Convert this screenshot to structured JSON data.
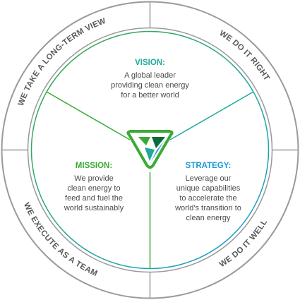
{
  "outer_ring": {
    "labels": [
      "WE TAKE A LONG-TERM VIEW",
      "WE DO IT RIGHT",
      "WE EXECUTE AS A TEAM",
      "WE DO IT WELL"
    ]
  },
  "segments": {
    "vision": {
      "heading": "VISION:",
      "lines": [
        "A global leader",
        "providing clean energy",
        "for a better world"
      ]
    },
    "mission": {
      "heading": "MISSION:",
      "lines": [
        "We provide",
        "clean energy to",
        "feed and fuel the",
        "world sustainably"
      ]
    },
    "strategy": {
      "heading": "STRATEGY:",
      "lines": [
        "Leverage our",
        "unique capabilities",
        "to accelerate the",
        "world's transition to",
        "clean energy"
      ]
    }
  },
  "colors": {
    "ring_stroke": "#9a9a9a",
    "green": "#3aaa35",
    "teal": "#1fa99a",
    "blue": "#1b9ad6",
    "dark_green": "#0b6b3a",
    "vision_heading": "#1fa99a",
    "mission_heading": "#3aaa35",
    "strategy_heading": "#1b9ad6"
  }
}
